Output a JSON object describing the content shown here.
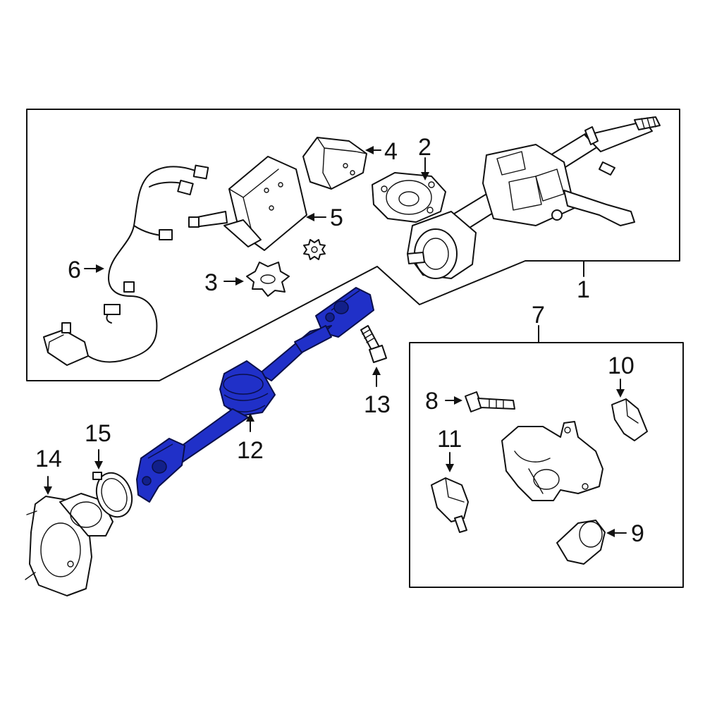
{
  "diagram": {
    "callouts": {
      "c1": "1",
      "c2": "2",
      "c3": "3",
      "c4": "4",
      "c5": "5",
      "c6": "6",
      "c7": "7",
      "c8": "8",
      "c9": "9",
      "c10": "10",
      "c11": "11",
      "c12": "12",
      "c13": "13",
      "c14": "14",
      "c15": "15"
    },
    "colors": {
      "highlight": "#2030c8",
      "line": "#111111",
      "background": "#ffffff"
    }
  }
}
